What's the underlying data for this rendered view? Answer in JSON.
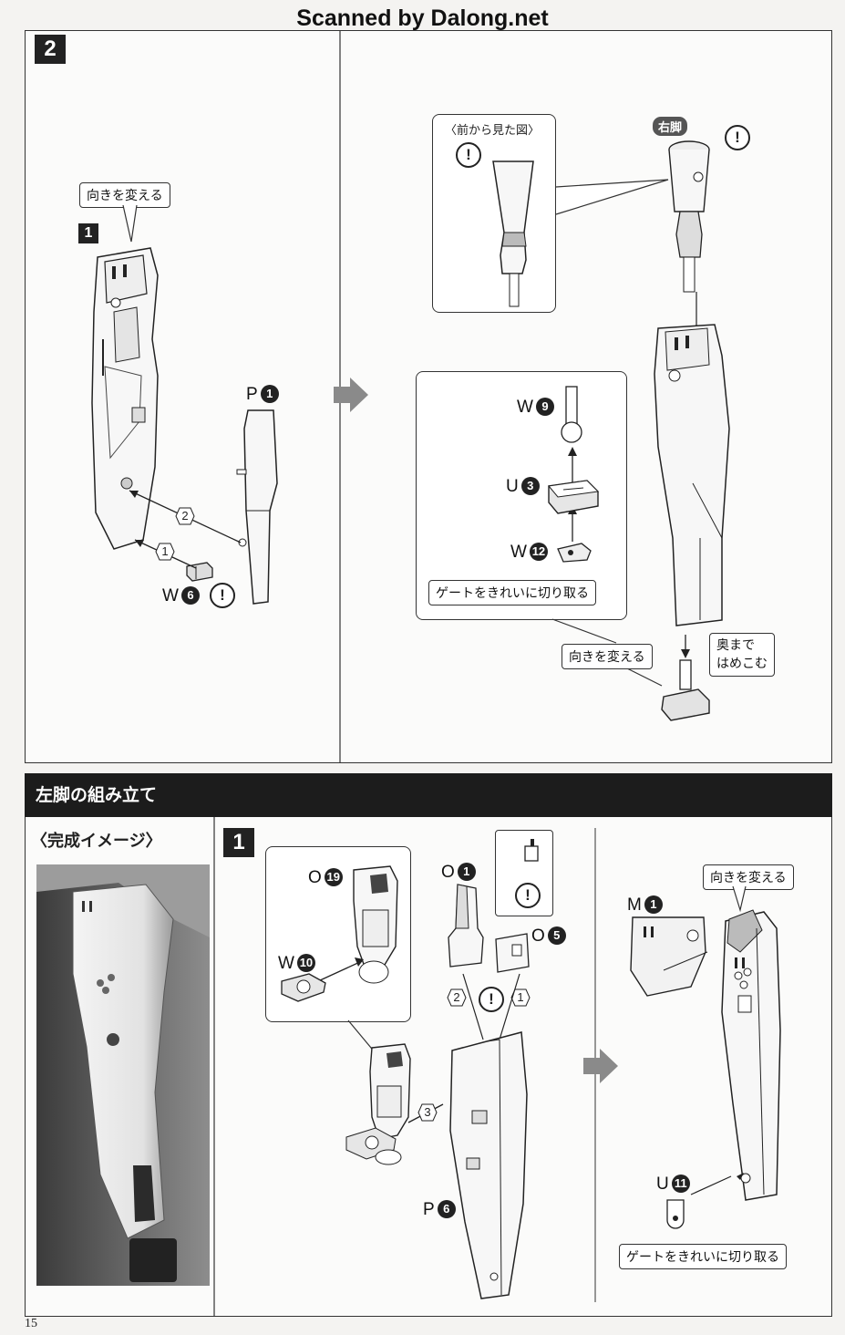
{
  "watermark": "Scanned by Dalong.net",
  "page_number": "15",
  "top_step": {
    "step_number": "2",
    "substep": "1",
    "callout_turn": "向きを変える",
    "part_p1": {
      "letter": "P",
      "num": "1"
    },
    "part_w6": {
      "letter": "W",
      "num": "6"
    },
    "order_2": "2",
    "order_1": "1",
    "caution_mark": "!",
    "front_view": "〈前から見た図〉",
    "right_leg": "右脚",
    "part_w9": {
      "letter": "W",
      "num": "9"
    },
    "part_u3": {
      "letter": "U",
      "num": "3"
    },
    "part_w12": {
      "letter": "W",
      "num": "12"
    },
    "callout_gate": "ゲートをきれいに切り取る",
    "callout_turn2": "向きを変える",
    "callout_push1": "奥まで",
    "callout_push2": "はめこむ"
  },
  "section": {
    "title": "左脚の組み立て",
    "completed_image": "〈完成イメージ〉",
    "step_number": "1",
    "part_o19": {
      "letter": "O",
      "num": "19"
    },
    "part_w10": {
      "letter": "W",
      "num": "10"
    },
    "part_o1": {
      "letter": "O",
      "num": "1"
    },
    "part_o5": {
      "letter": "O",
      "num": "5"
    },
    "part_p6": {
      "letter": "P",
      "num": "6"
    },
    "order_2": "2",
    "order_1": "1",
    "order_3": "3",
    "caution_mark": "!",
    "callout_turn": "向きを変える",
    "part_m1": {
      "letter": "M",
      "num": "1"
    },
    "part_u11": {
      "letter": "U",
      "num": "11"
    },
    "callout_gate": "ゲートをきれいに切り取る"
  }
}
